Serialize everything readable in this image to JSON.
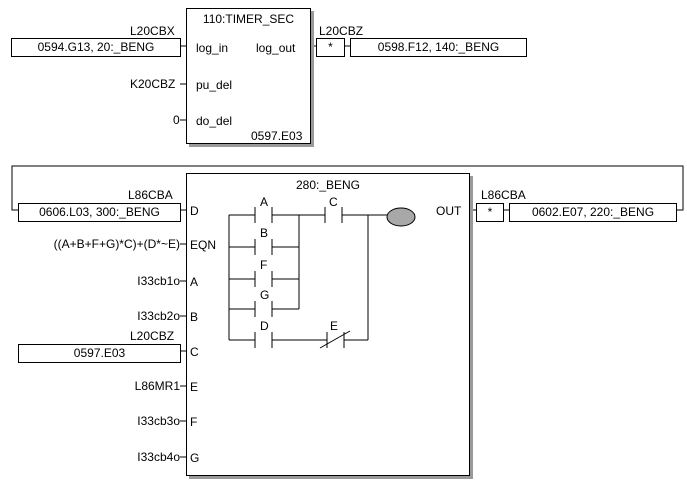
{
  "timer_block": {
    "title": "110:TIMER_SEC",
    "pins_in": [
      "log_in",
      "pu_del",
      "do_del"
    ],
    "pin_out": "log_out",
    "ref": "0597.E03",
    "in_var": "L20CBX",
    "in_value": "0594.G13, 20:_BENG",
    "pu_del_var": "K20CBZ",
    "do_del_value": "0",
    "out_var": "L20CBZ",
    "out_star": "*",
    "out_value": "0598.F12, 140:_BENG"
  },
  "logic_block": {
    "title": "280:_BENG",
    "output_label": "OUT",
    "pins": [
      "D",
      "EQN",
      "A",
      "B",
      "C",
      "E",
      "F",
      "G"
    ],
    "d_var": "L86CBA",
    "d_value": "0606.L03, 300:_BENG",
    "eqn": "((A+B+F+G)*C)+(D*~E)",
    "a_var": "I33cb1o",
    "b_var": "I33cb2o",
    "c_var": "L20CBZ",
    "c_value": "0597.E03",
    "e_var": "L86MR1",
    "f_var": "I33cb3o",
    "g_var": "I33cb4o",
    "out_var": "L86CBA",
    "out_star": "*",
    "out_value": "0602.E07, 220:_BENG",
    "contacts": [
      "A",
      "B",
      "F",
      "G",
      "D",
      "C",
      "E"
    ]
  }
}
